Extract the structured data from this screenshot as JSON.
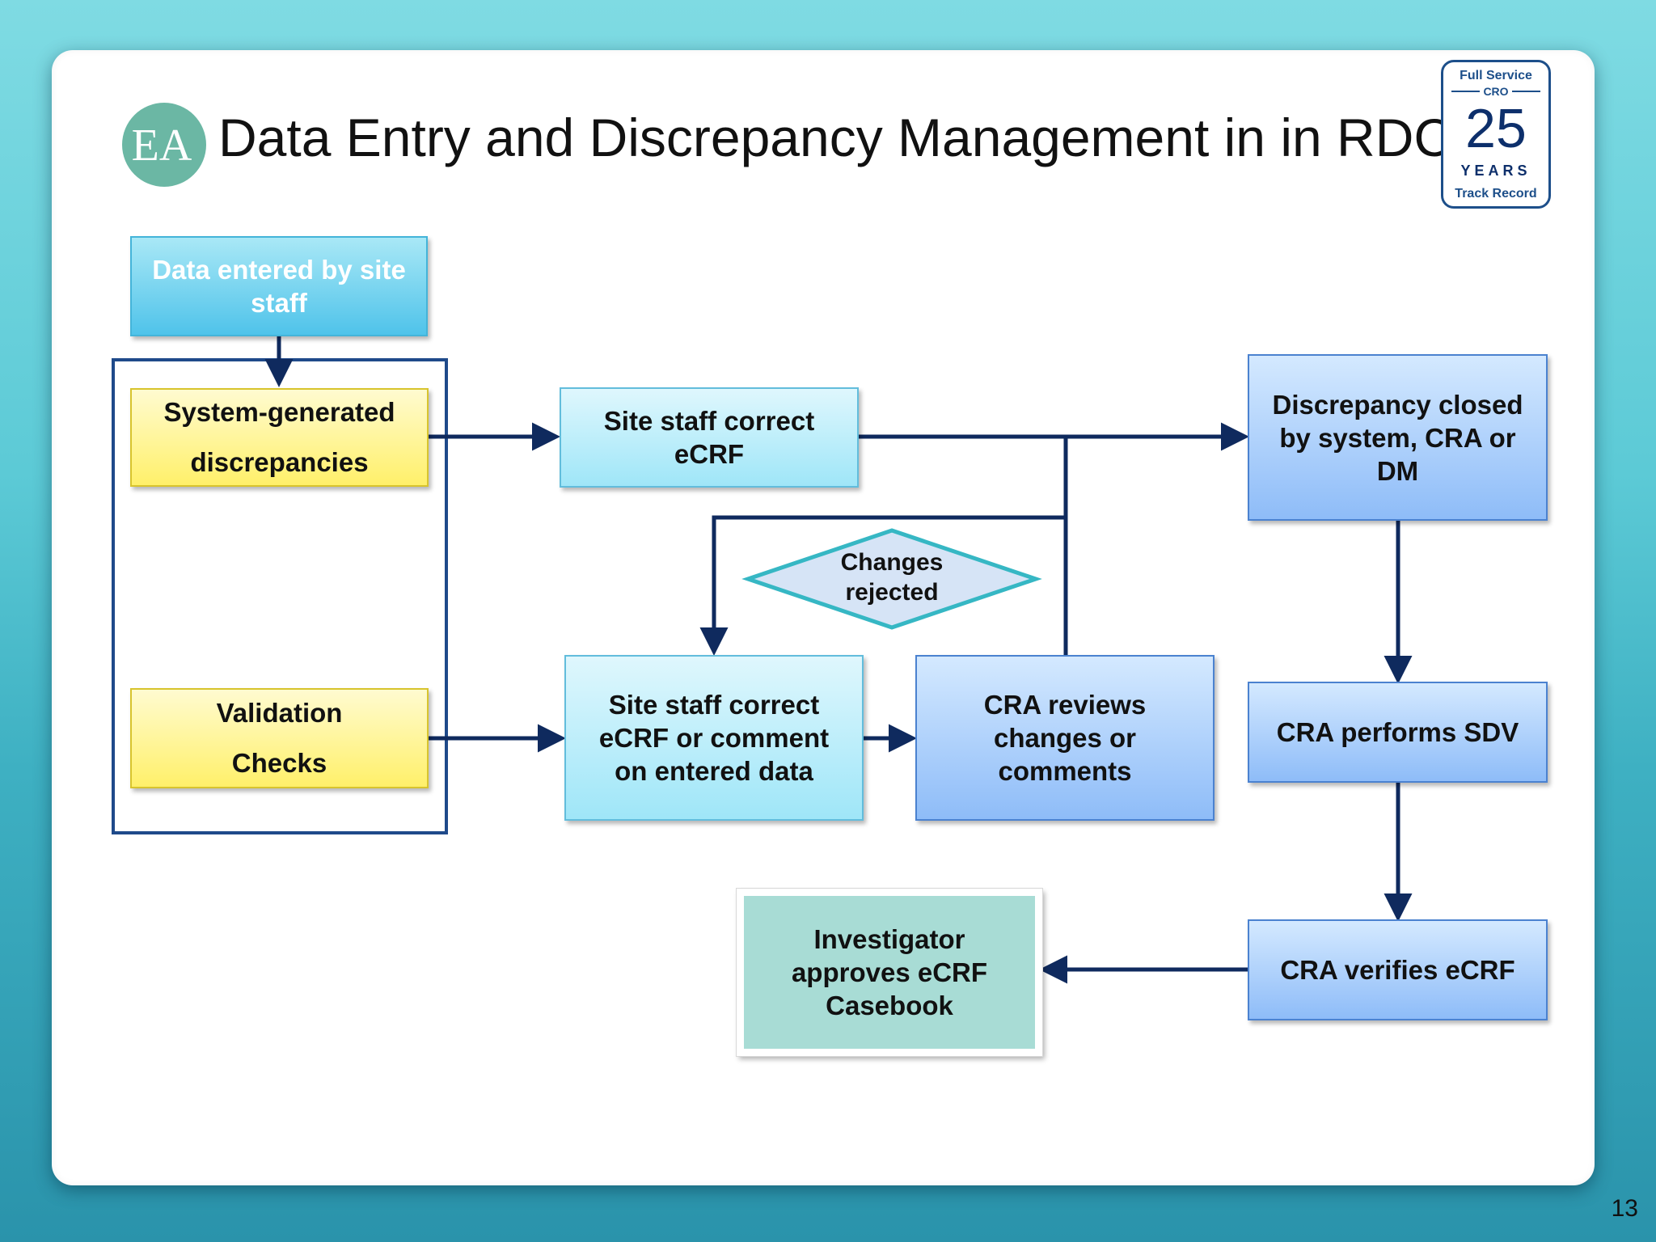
{
  "slide": {
    "title": "Data Entry and Discrepancy Management in in RDC",
    "page_number": "13"
  },
  "logo": {
    "text": "EA"
  },
  "badge": {
    "line1": "Full Service",
    "line2": "CRO",
    "number": "25",
    "years": "YEARS",
    "track": "Track Record"
  },
  "nodes": {
    "data_entered": "Data entered by site staff",
    "system_generated": "System-generated discrepancies",
    "validation_checks": "Validation Checks",
    "site_correct_ecrf": "Site staff correct eCRF",
    "site_correct_comment": "Site staff correct eCRF or comment on entered data",
    "cra_reviews": "CRA reviews changes or comments",
    "discrepancy_closed": "Discrepancy closed by system, CRA or DM",
    "cra_sdv": "CRA performs SDV",
    "cra_verifies": "CRA verifies eCRF",
    "investigator_approves": "Investigator approves eCRF Casebook",
    "changes_rejected": "Changes rejected"
  },
  "colors": {
    "arrow": "#0f2a5e",
    "group_border": "#1f4a8a",
    "diamond_fill": "#d6e4f6",
    "diamond_border": "#36b7c4",
    "logo": "#6bb7a4"
  }
}
